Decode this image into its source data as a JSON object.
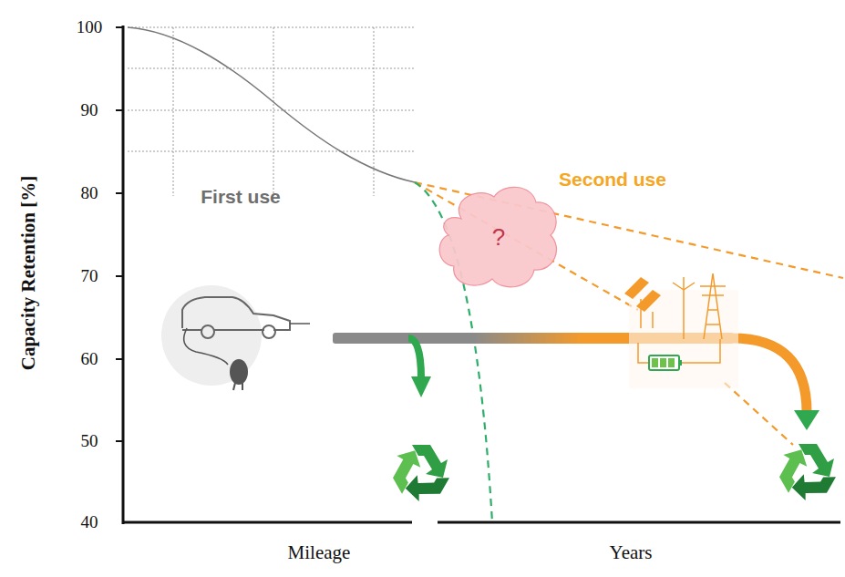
{
  "diagram": {
    "nodes": [
      {
        "text": [
          "?"
        ]
      }
    ],
    "edges": [],
    "labels": [
      "Capacity Retention [%]",
      "100",
      "90",
      "80",
      "70",
      "60",
      "50",
      "40",
      "First use",
      "Second use",
      "Mileage",
      "Years"
    ]
  }
}
